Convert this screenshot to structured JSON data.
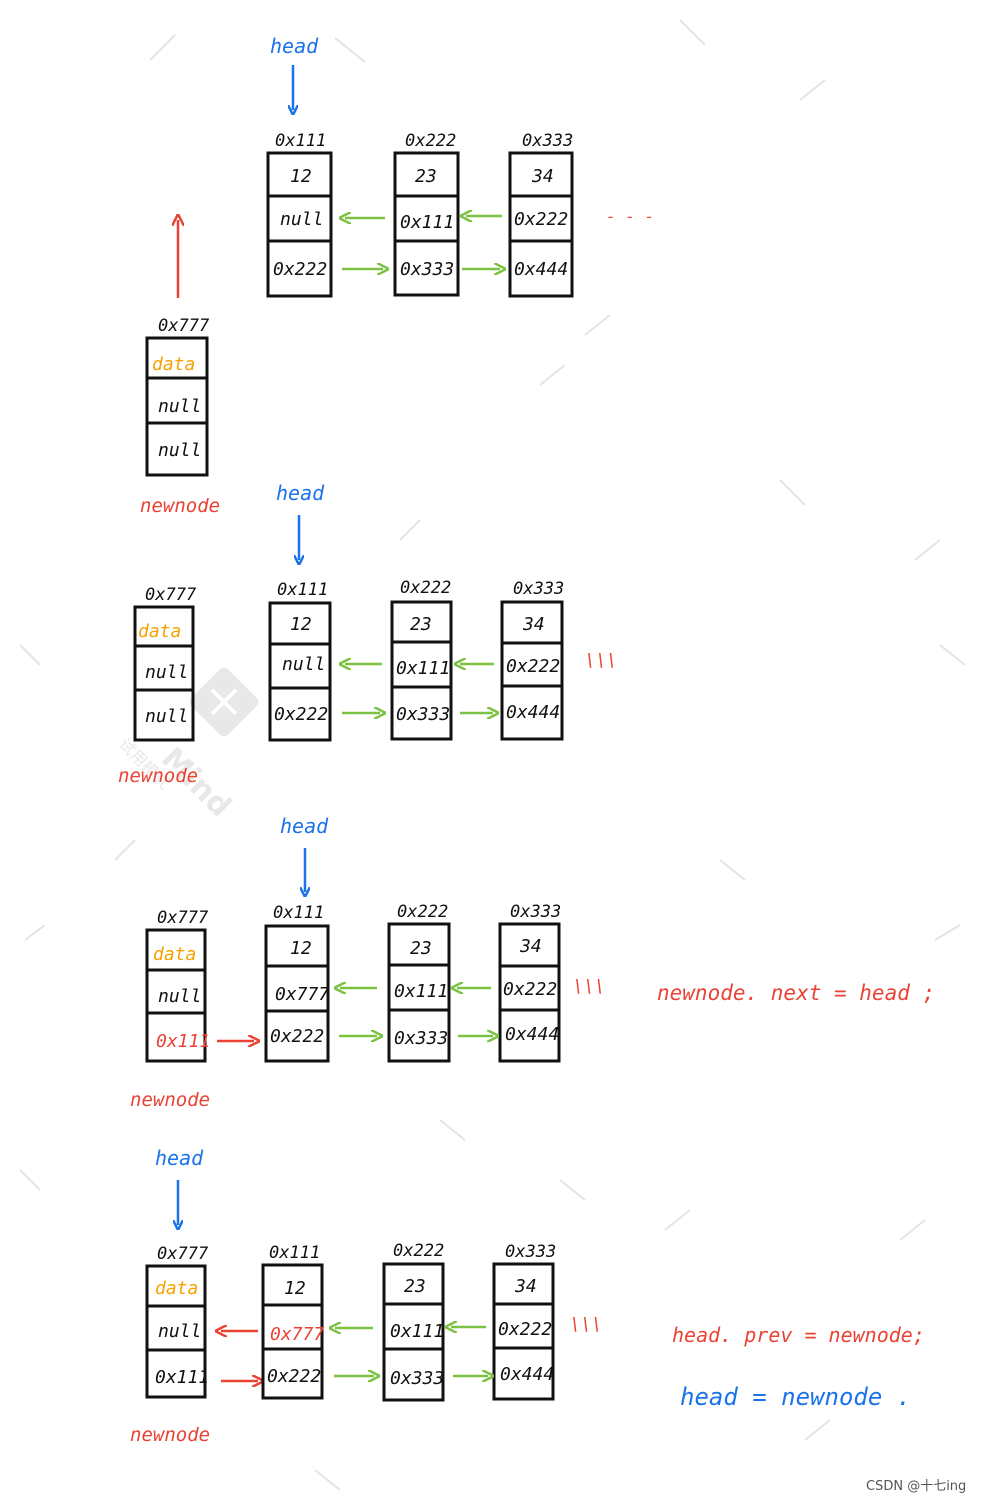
{
  "labels": {
    "head": "head",
    "newnode": "newnode",
    "ellipsis": "\\\\\\",
    "ellipsis_top": "- - -"
  },
  "new_node": {
    "address": "0x777",
    "cells": [
      "data",
      "null",
      "null"
    ],
    "cells_after_link": [
      "data",
      "null",
      "0x111"
    ]
  },
  "nodes": [
    {
      "address": "0x111",
      "value": "12",
      "prev": "null",
      "next": "0x222"
    },
    {
      "address": "0x222",
      "value": "23",
      "prev": "0x111",
      "next": "0x333"
    },
    {
      "address": "0x333",
      "value": "34",
      "prev": "0x222",
      "next": "0x444"
    }
  ],
  "node_0x111_prev_after": "0x777",
  "notes": {
    "step3": "newnode. next = head ;",
    "step4_line1": "head. prev = newnode;",
    "step4_line2": "head = newnode ."
  },
  "watermark": {
    "brand": "Mind",
    "trial": "试用模式"
  },
  "credit": "CSDN @十七ing",
  "colors": {
    "ink": "#111111",
    "blue": "#1a73e8",
    "red": "#ea4335",
    "green": "#7cc242",
    "orange": "#f5a100",
    "watermark": "#d9d9d9"
  }
}
